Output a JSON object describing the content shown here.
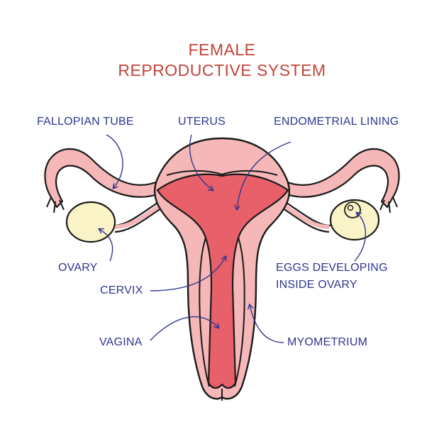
{
  "title": {
    "line1": "FEMALE",
    "line2": "REPRODUCTIVE SYSTEM"
  },
  "labels": {
    "fallopian_tube": "FALLOPIAN TUBE",
    "uterus": "UTERUS",
    "endometrial_lining": "ENDOMETRIAL LINING",
    "ovary": "OVARY",
    "cervix": "CERVIX",
    "eggs_line1": "EGGS DEVELOPING",
    "eggs_line2": "INSIDE OVARY",
    "vagina": "VAGINA",
    "myometrium": "MYOMETRIUM"
  },
  "colors": {
    "title": "#c0453a",
    "label": "#2f3690",
    "tissue_light": "#f5b7b7",
    "tissue_dark": "#e8606a",
    "ovary": "#fbf3c8",
    "outline": "#1a1a1a"
  }
}
